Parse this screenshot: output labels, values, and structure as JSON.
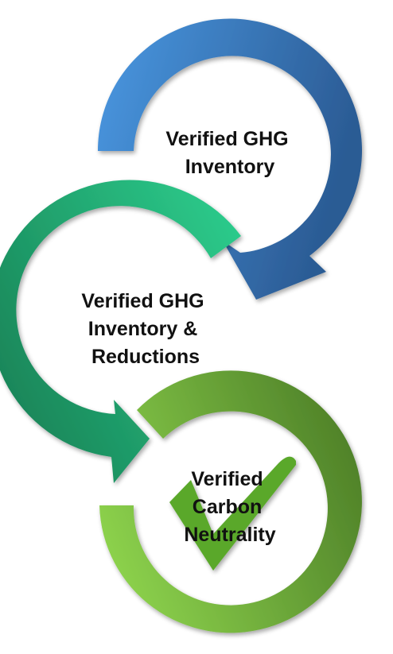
{
  "colors": {
    "blue_light": "#4a98e2",
    "blue_dark": "#2b5b94",
    "teal_light": "#2ed08f",
    "teal_dark": "#198659",
    "green_light": "#8ed44d",
    "green_dark": "#4e8028",
    "check_green": "#5aa82c",
    "text": "#111111"
  },
  "steps": [
    {
      "label_lines": [
        "Verified GHG",
        "Inventory"
      ],
      "icon": "circular-arrow-icon"
    },
    {
      "label_lines": [
        "Verified GHG",
        "Inventory &",
        "Reductions"
      ],
      "icon": "circular-arrow-icon"
    },
    {
      "label_lines": [
        "Verified",
        "Carbon",
        "Neutrality"
      ],
      "icon": "checkmark-icon"
    }
  ]
}
